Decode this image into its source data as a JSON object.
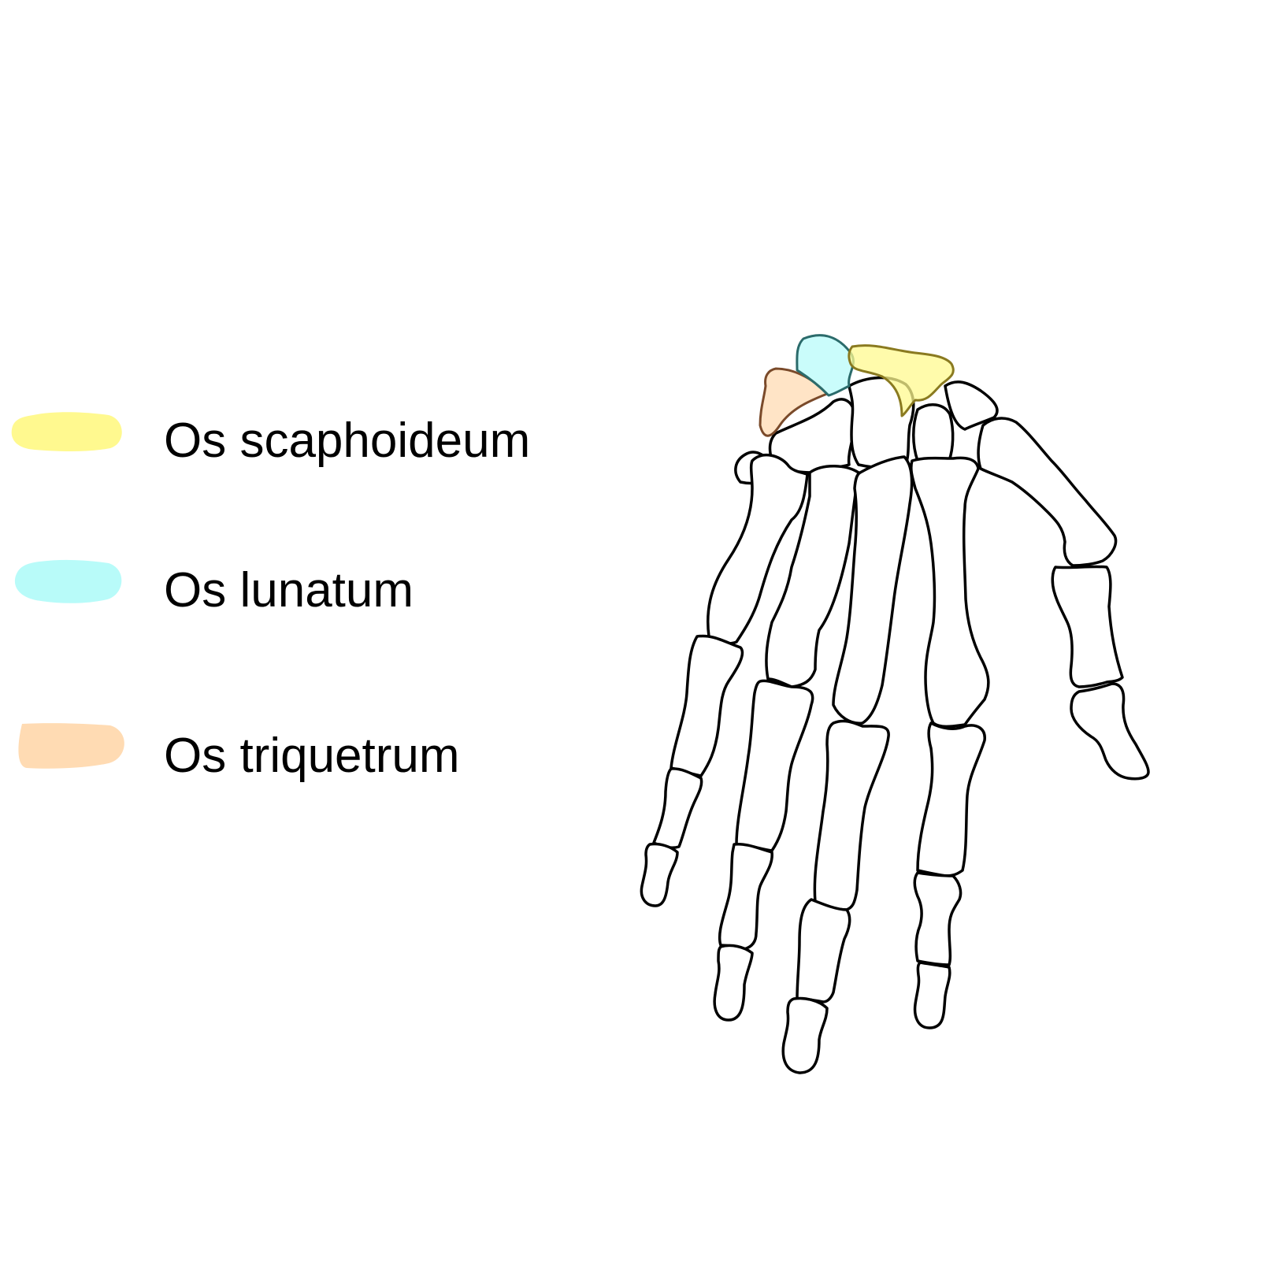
{
  "legend": [
    {
      "label": "Os scaphoideum",
      "color": "#fff98f",
      "stroke": "#8a7a20"
    },
    {
      "label": "Os lunatum",
      "color": "#b8fbf9",
      "stroke": "#2b6b6b"
    },
    {
      "label": "Os triquetrum",
      "color": "#ffdbb3",
      "stroke": "#7a4a2a"
    }
  ]
}
